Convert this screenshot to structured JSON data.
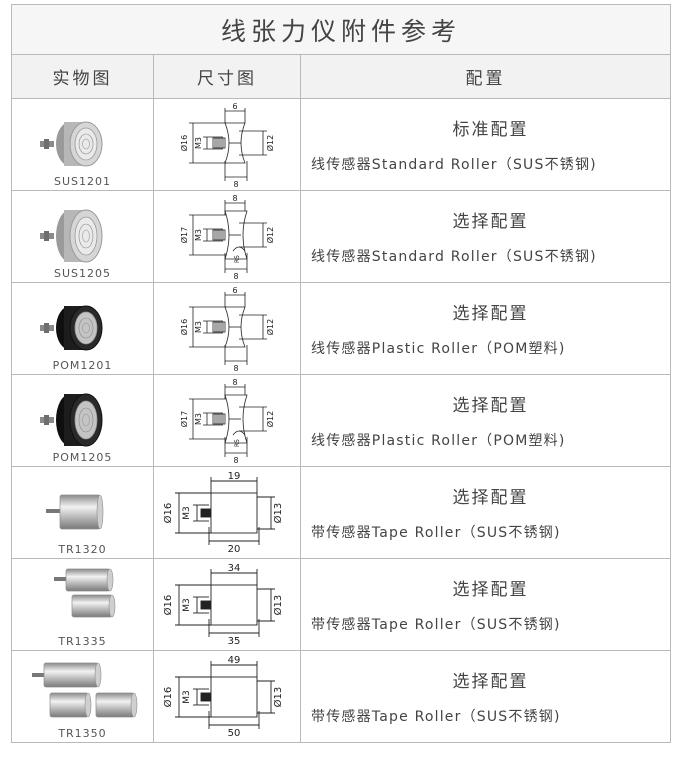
{
  "title": "线张力仪附件参考",
  "headers": {
    "photo": "实物图",
    "dimension": "尺寸图",
    "config": "配置"
  },
  "rows": [
    {
      "code": "SUS1201",
      "config_title": "标准配置",
      "config_desc": "线传感器Standard Roller（SUS不锈钢)",
      "dims": {
        "top": "6",
        "bottom": "8",
        "left": "Ø16",
        "thread": "M3",
        "right": "Ø12"
      }
    },
    {
      "code": "SUS1205",
      "config_title": "选择配置",
      "config_desc": "线传感器Standard Roller（SUS不锈钢)",
      "dims": {
        "top": "8",
        "bottom": "8",
        "left": "Ø17",
        "thread": "M3",
        "right": "Ø12",
        "small": "R5"
      }
    },
    {
      "code": "POM1201",
      "config_title": "选择配置",
      "config_desc": "线传感器Plastic Roller（POM塑料)",
      "dims": {
        "top": "6",
        "bottom": "8",
        "left": "Ø16",
        "thread": "M3",
        "right": "Ø12"
      }
    },
    {
      "code": "POM1205",
      "config_title": "选择配置",
      "config_desc": "线传感器Plastic Roller（POM塑料)",
      "dims": {
        "top": "8",
        "bottom": "8",
        "left": "Ø17",
        "thread": "M3",
        "right": "Ø12",
        "small": "R5"
      }
    },
    {
      "code": "TR1320",
      "config_title": "选择配置",
      "config_desc": "带传感器Tape Roller（SUS不锈钢)",
      "dims": {
        "top": "19",
        "bottom": "20",
        "left": "Ø16",
        "thread": "M3",
        "right": "Ø13"
      }
    },
    {
      "code": "TR1335",
      "config_title": "选择配置",
      "config_desc": "带传感器Tape Roller（SUS不锈钢)",
      "dims": {
        "top": "34",
        "bottom": "35",
        "left": "Ø16",
        "thread": "M3",
        "right": "Ø13"
      }
    },
    {
      "code": "TR1350",
      "config_title": "选择配置",
      "config_desc": "带传感器Tape Roller（SUS不锈钢)",
      "dims": {
        "top": "49",
        "bottom": "50",
        "left": "Ø16",
        "thread": "M3",
        "right": "Ø13"
      }
    }
  ]
}
